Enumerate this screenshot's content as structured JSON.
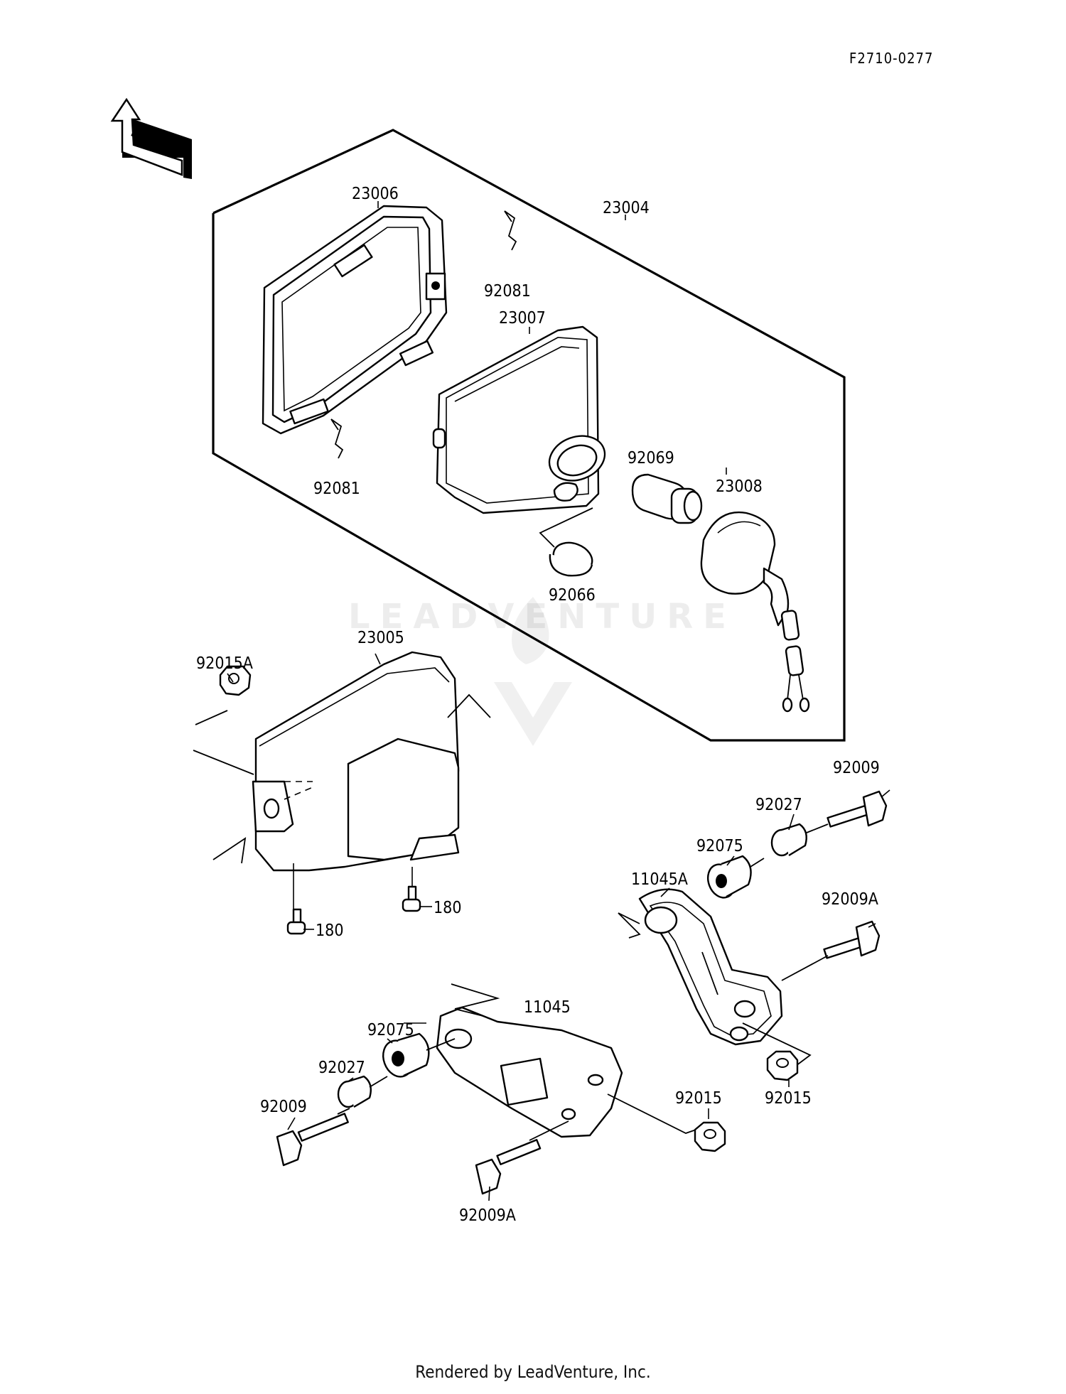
{
  "diagram_code": "F2710-0277",
  "front_arrow": {
    "label": "FRONT"
  },
  "watermark": "LEADVENTURE",
  "footer": "Rendered by LeadVenture, Inc.",
  "callouts": {
    "headlight_assy": "23004",
    "rim": "23006",
    "spring_clip_upper": "92081",
    "spring_clip_lower": "92081",
    "lens_unit": "23007",
    "cap": "92066",
    "bulb": "92069",
    "socket": "23008",
    "cover": "23005",
    "nut_cover": "92015A",
    "screw_cover_a": "180",
    "screw_cover_b": "180",
    "bolt_right": "92009",
    "collar_right": "92027",
    "damper_right": "92075",
    "bracket_right": "11045A",
    "bolt_right_a": "92009A",
    "nut_right": "92015",
    "bracket_left": "11045",
    "damper_left": "92075",
    "collar_left": "92027",
    "bolt_left": "92009",
    "nut_left": "92015",
    "bolt_left_a": "92009A"
  }
}
